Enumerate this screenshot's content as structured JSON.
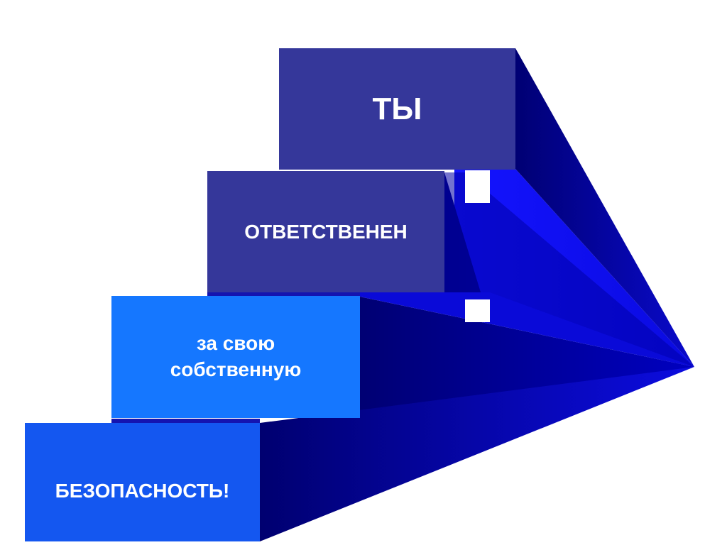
{
  "diagram": {
    "steps": [
      {
        "text": "ТЫ",
        "color": "#35379a"
      },
      {
        "text": "ОТВЕТСТВЕНЕН",
        "color": "#35379a"
      },
      {
        "text": "за свою\nсобственную",
        "color": "#1577ff"
      },
      {
        "text": "БЕЗОПАСНОСТЬ!",
        "color": "#1457f0"
      }
    ],
    "colors": {
      "shadow_dark": "#000073",
      "shadow_mid": "#0000c8",
      "shadow_bright": "#1414ff"
    }
  }
}
